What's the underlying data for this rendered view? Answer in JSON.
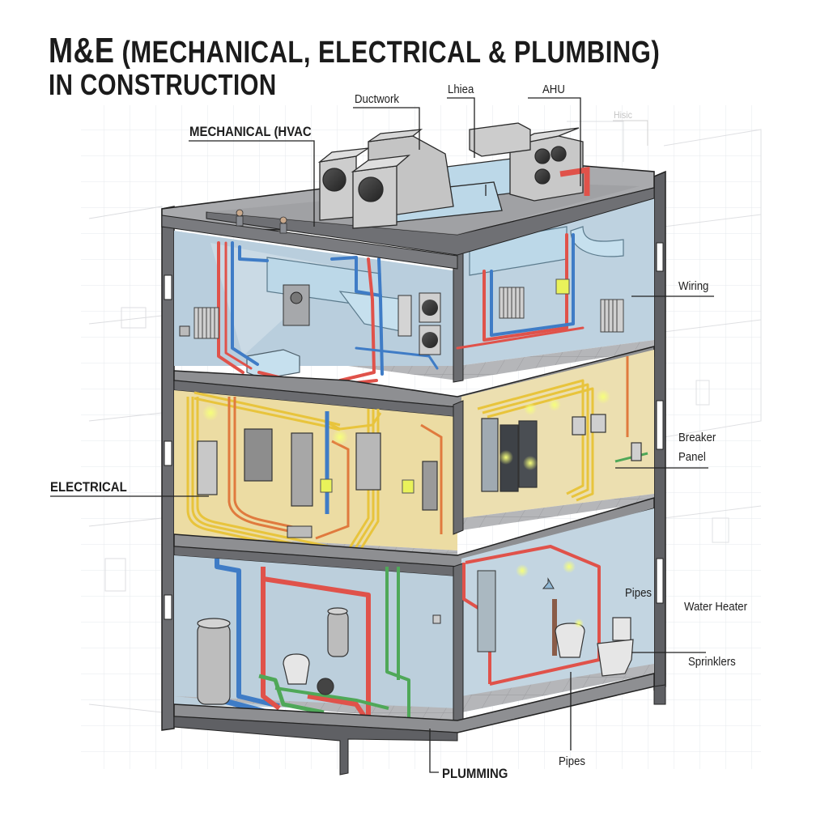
{
  "title": {
    "line1_prefix": "M&E",
    "line1_rest": "(MECHANICAL, ELECTRICAL & PLUMBING)",
    "line2": "IN CONSTRUCTION"
  },
  "callouts": {
    "ductwork": "Ductwork",
    "lhiea": "Lhiea",
    "ahu": "AHU",
    "hisic": "Hisic",
    "mechanical": "MECHANICAL (HVAC",
    "wiring": "Wiring",
    "breaker_panel_line1": "Breaker",
    "breaker_panel_line2": "Panel",
    "electrical": "ELECTRICAL",
    "pipes_right": "Pipes",
    "water_heater": "Water Heater",
    "sprinklers": "Sprinklers",
    "plumming": "PLUMMING",
    "pipes_bottom": "Pipes"
  },
  "colors": {
    "background": "#ffffff",
    "grid": "#e4e6ea",
    "concrete": "#8e8f92",
    "concrete_dark": "#5a5b5e",
    "slab_top": "#a9aaad",
    "wall_blue": "#b9cedd",
    "wall_yellow": "#ecdca3",
    "duct": "#bcd8e8",
    "pipe_red": "#e0524a",
    "pipe_blue": "#3f7cc6",
    "pipe_green": "#4fa858",
    "conduit_yellow": "#e8c43c",
    "conduit_orange": "#e07a3e",
    "unit_gray": "#c9c9c9",
    "light_glow": "#e9f25a"
  },
  "floors": [
    {
      "name": "Top floor",
      "system": "Mechanical (HVAC)"
    },
    {
      "name": "Middle floor",
      "system": "Electrical"
    },
    {
      "name": "Ground floor",
      "system": "Plumbing"
    }
  ]
}
